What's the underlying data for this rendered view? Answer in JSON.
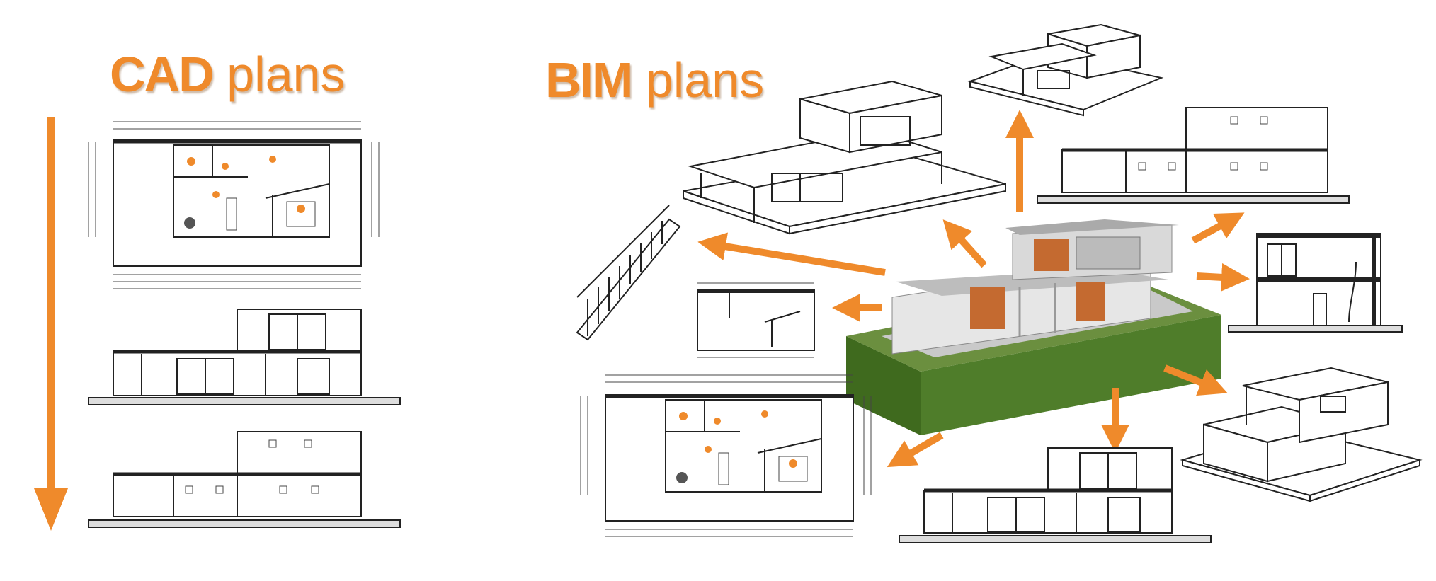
{
  "cad": {
    "title_bold": "CAD",
    "title_rest": " plans"
  },
  "bim": {
    "title_bold": "BIM",
    "title_rest": " plans"
  },
  "colors": {
    "accent": "#ef8a2b",
    "ground": "#6b8f3f",
    "facade": "#c46a30",
    "glass": "#c9c9c9"
  }
}
